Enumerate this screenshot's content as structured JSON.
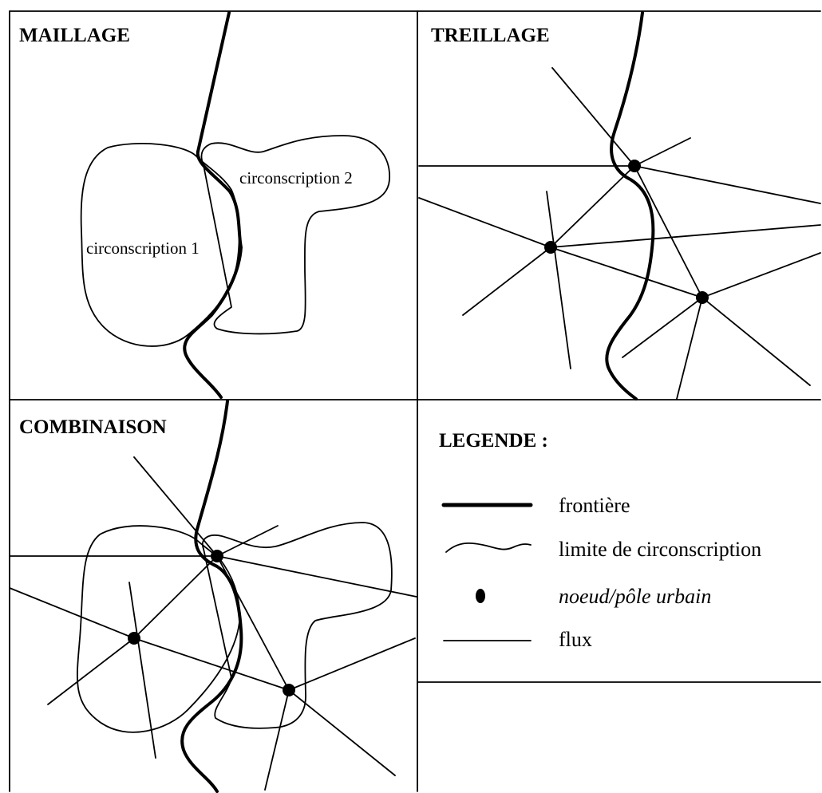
{
  "panels": {
    "maillage": {
      "title": "MAILLAGE",
      "label_circ1": "circonscription 1",
      "label_circ2": "circonscription 2"
    },
    "treillage": {
      "title": "TREILLAGE"
    },
    "combinaison": {
      "title": "COMBINAISON"
    },
    "legende": {
      "title": "LEGENDE :",
      "items": [
        {
          "symbol": "thick-line",
          "label": "frontière"
        },
        {
          "symbol": "wavy-line",
          "label": "limite de circonscription"
        },
        {
          "symbol": "dot",
          "label": "noeud/pôle urbain"
        },
        {
          "symbol": "thin-line",
          "label": "flux"
        }
      ]
    }
  }
}
